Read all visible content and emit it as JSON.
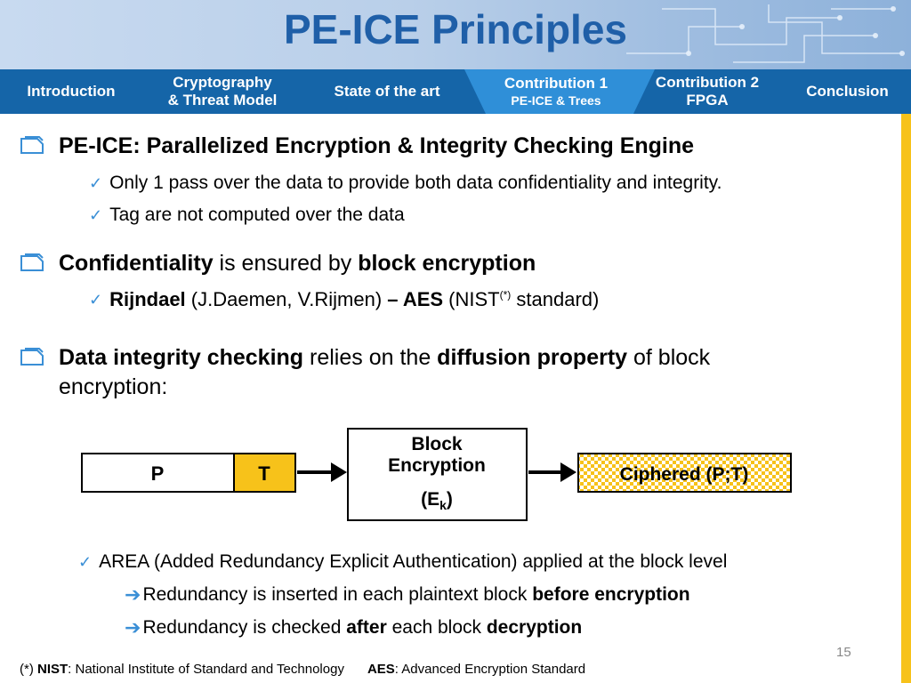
{
  "title": "PE-ICE Principles",
  "nav": {
    "introduction": "Introduction",
    "crypto_line1": "Cryptography",
    "crypto_line2": "& Threat Model",
    "state": "State of the art",
    "contrib1_line1": "Contribution 1",
    "contrib1_line2": "PE-ICE & Trees",
    "contrib2_line1": "Contribution 2",
    "contrib2_line2": "FPGA",
    "conclusion": "Conclusion"
  },
  "bullets": {
    "peice": "PE-ICE: Parallelized Encryption & Integrity Checking Engine",
    "pass": "Only 1 pass over the data to provide both data confidentiality and integrity.",
    "tag": "Tag are not computed over the data",
    "conf_bold1": "Confidentiality",
    "conf_mid": " is ensured by ",
    "conf_bold2": "block encryption",
    "rijndael": "Rijndael",
    "rijndael_mid": " (J.Daemen, V.Rijmen) ",
    "dash_aes": "– AES",
    "nist_pre": " (NIST",
    "nist_sup": "(*)",
    "nist_post": " standard)",
    "integ_bold1": "Data integrity checking",
    "integ_mid": " relies on the ",
    "integ_bold2": "diffusion property",
    "integ_end": " of block",
    "integ_line2": "encryption:",
    "area": "AREA (Added Redundancy Explicit Authentication) applied at the block level",
    "red1_pre": "Redundancy is inserted in each plaintext block ",
    "red1_bold": "before encryption",
    "red2_pre": "Redundancy is checked ",
    "red2_bold1": "after",
    "red2_mid": " each block ",
    "red2_bold2": "decryption"
  },
  "diagram": {
    "p": "P",
    "t": "T",
    "block_line1": "Block",
    "block_line2": "Encryption",
    "ek_pre": "(E",
    "ek_sub": "k",
    "ek_post": ")",
    "ciphered": "Ciphered (P;T)"
  },
  "footnote": {
    "star": "(*) ",
    "nist": "NIST",
    "nist_def": ": National Institute of Standard and Technology",
    "aes": "AES",
    "aes_def": ": Advanced Encryption Standard"
  },
  "page_number": "15",
  "colors": {
    "title": "#1f5fa8",
    "nav_bg": "#1565a8",
    "nav_active": "#2f8fd8",
    "accent_yellow": "#f7c21a",
    "check_blue": "#3a8fd6"
  }
}
